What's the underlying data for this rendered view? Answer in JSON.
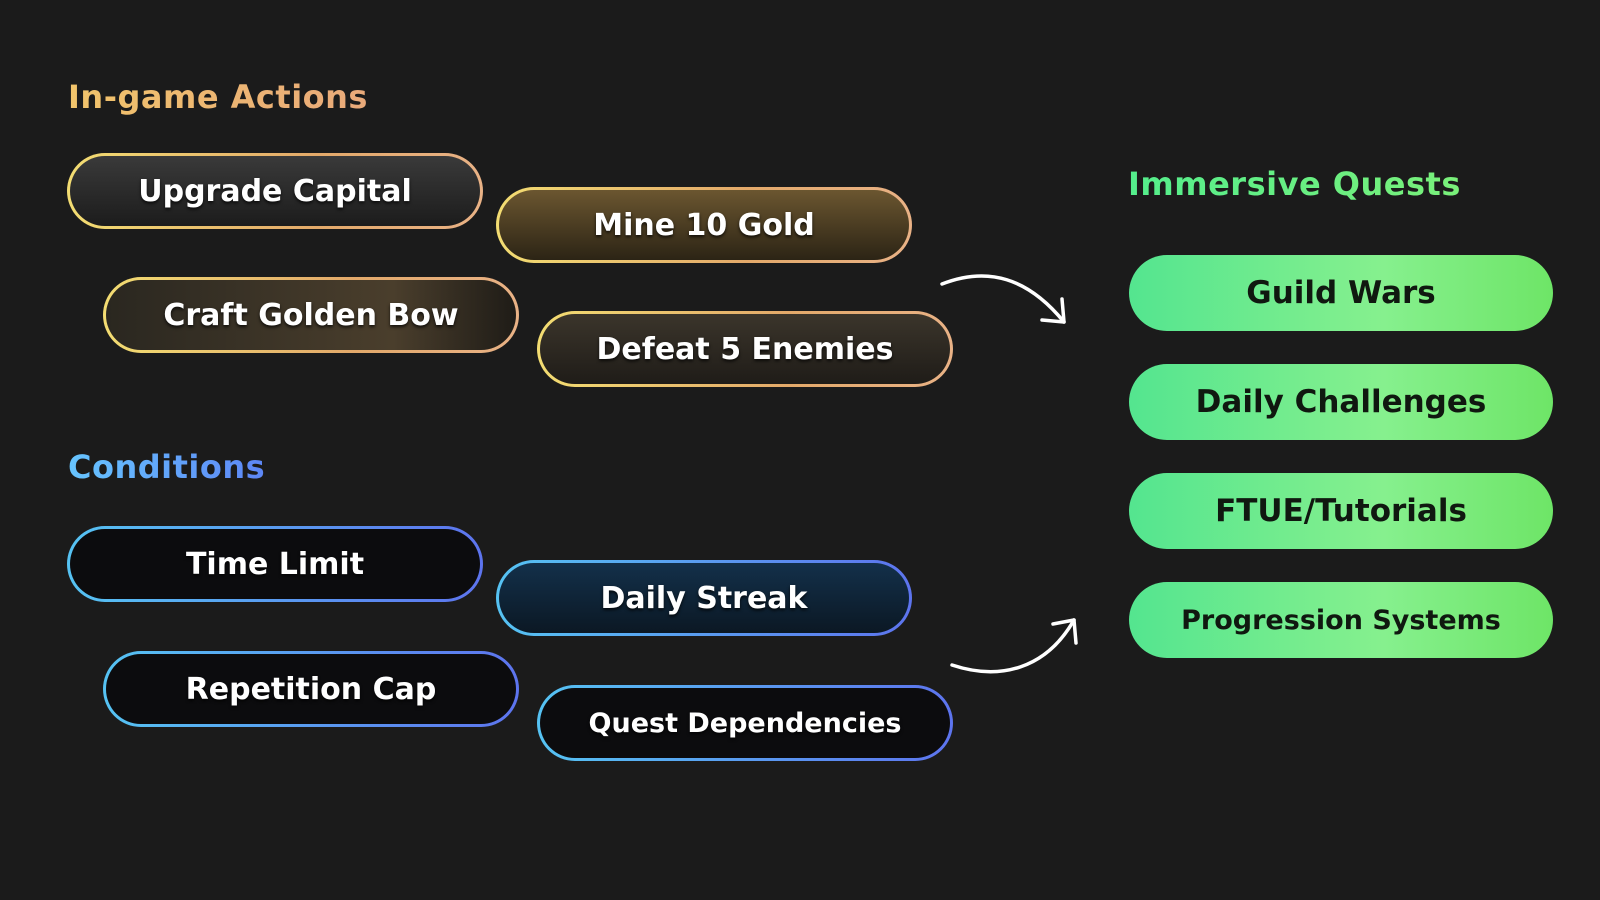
{
  "sections": {
    "in_game_actions": {
      "title": "In-game Actions",
      "items": [
        "Upgrade Capital",
        "Mine 10 Gold",
        "Craft Golden Bow",
        "Defeat 5 Enemies"
      ]
    },
    "conditions": {
      "title": "Conditions",
      "items": [
        "Time Limit",
        "Daily Streak",
        "Repetition Cap",
        "Quest Dependencies"
      ]
    },
    "immersive_quests": {
      "title": "Immersive Quests",
      "items": [
        "Guild Wars",
        "Daily Challenges",
        "FTUE/Tutorials",
        "Progression Systems"
      ]
    }
  },
  "colors": {
    "background": "#1b1b1b",
    "actions_accent": "#f1c46b",
    "conditions_accent": "#5d86f6",
    "quests_accent": "#54ee8c"
  },
  "icons": [
    "curved-arrow-down-right-icon",
    "curved-arrow-up-right-icon"
  ]
}
